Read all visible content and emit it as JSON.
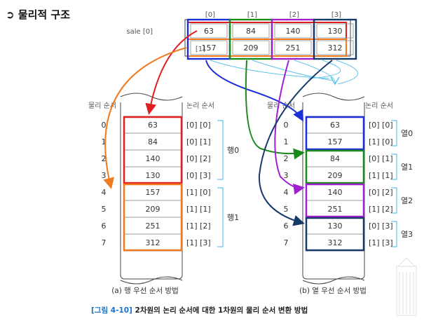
{
  "title": "➲ 물리적 구조",
  "array": {
    "name_label": "sale [0]",
    "row1_label": "[1]",
    "col_labels": [
      "[0]",
      "[1]",
      "[2]",
      "[3]"
    ],
    "row0": [
      "63",
      "84",
      "140",
      "130"
    ],
    "row1": [
      "157",
      "209",
      "251",
      "312"
    ]
  },
  "left": {
    "header_index": "물리 순서",
    "header_logical": "논리 순서",
    "indices": [
      "0",
      "1",
      "2",
      "3",
      "4",
      "5",
      "6",
      "7"
    ],
    "values": [
      "63",
      "84",
      "140",
      "130",
      "157",
      "209",
      "251",
      "312"
    ],
    "logical": [
      "[0] [0]",
      "[0] [1]",
      "[0] [2]",
      "[0] [3]",
      "[1] [0]",
      "[1] [1]",
      "[1] [2]",
      "[1] [3]"
    ],
    "groups": [
      "행0",
      "행1"
    ],
    "caption": "(a) 행 우선 순서 방법"
  },
  "right": {
    "header_index": "물리 순서",
    "header_logical": "논리 순서",
    "indices": [
      "0",
      "1",
      "2",
      "3",
      "4",
      "5",
      "6",
      "7"
    ],
    "values": [
      "63",
      "157",
      "84",
      "209",
      "140",
      "251",
      "130",
      "312"
    ],
    "logical": [
      "[0] [0]",
      "[1] [0]",
      "[0] [1]",
      "[1] [1]",
      "[0] [2]",
      "[1] [2]",
      "[0] [3]",
      "[1] [3]"
    ],
    "groups": [
      "열0",
      "열1",
      "열2",
      "열3"
    ],
    "caption": "(b) 열 우선 순서 방법"
  },
  "figure_caption": {
    "prefix": "[그림 4-10]",
    "text": " 2차원의 논리 순서에 대한 1차원의 물리 순서 변환 방법"
  },
  "colors": {
    "red": "#e02020",
    "orange": "#f07a20",
    "blue": "#1c2fd6",
    "green": "#1a8a1a",
    "purple": "#a020d0",
    "navy": "#163a6a",
    "cyan": "#5fc4ea",
    "bracket": "#4ab3e6"
  }
}
